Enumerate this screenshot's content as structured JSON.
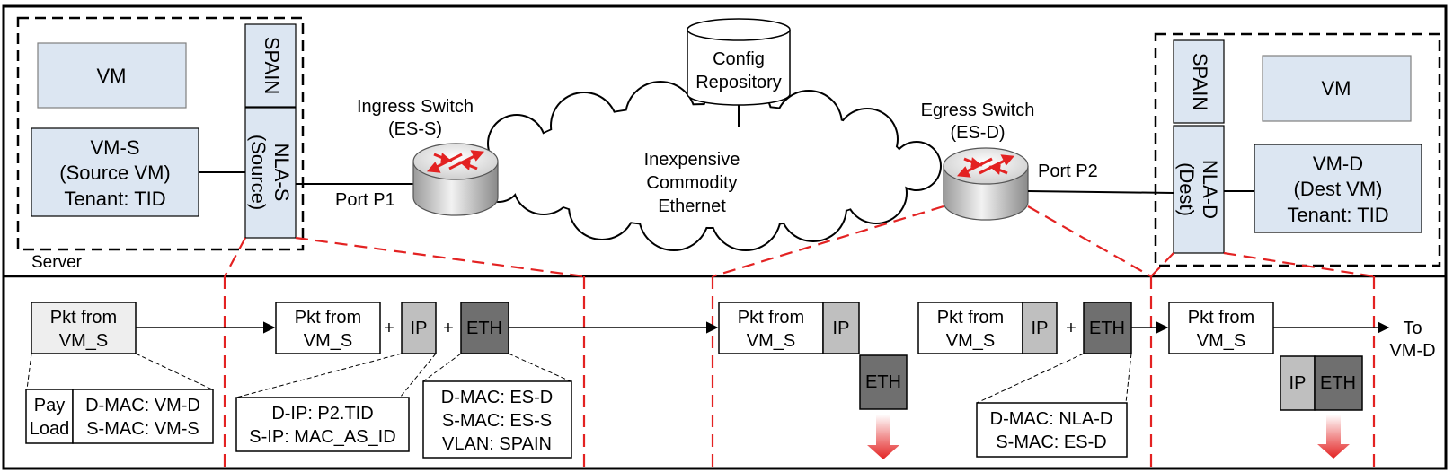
{
  "left_server": {
    "label": "Server",
    "vm": "VM",
    "vm_s": [
      "VM-S",
      "(Source  VM)",
      "Tenant: TID"
    ],
    "spain": "SPAIN",
    "nla": [
      "NLA-S",
      "(Source)"
    ]
  },
  "right_server": {
    "vm": "VM",
    "vm_d": [
      "VM-D",
      "(Dest  VM)",
      "Tenant: TID"
    ],
    "spain": "SPAIN",
    "nla": [
      "NLA-D",
      "(Dest)"
    ]
  },
  "network": {
    "config_repo": [
      "Config",
      "Repository"
    ],
    "ingress": [
      "Ingress Switch",
      "(ES-S)"
    ],
    "egress": [
      "Egress Switch",
      "(ES-D)"
    ],
    "cloud": [
      "Inexpensive",
      "Commodity",
      "Ethernet"
    ],
    "port_p1": "Port P1",
    "port_p2": "Port P2"
  },
  "pipeline": {
    "pkt": [
      "Pkt from",
      "VM_S"
    ],
    "ip": "IP",
    "eth": "ETH",
    "plus": "+",
    "to": [
      "To",
      "VM-D"
    ],
    "stage1": {
      "payload": [
        "Pay",
        "Load"
      ],
      "mac": [
        "D-MAC: VM-D",
        "S-MAC: VM-S"
      ]
    },
    "stage2": {
      "ip_detail": [
        "D-IP: P2.TID",
        "S-IP: MAC_AS_ID"
      ],
      "eth_detail": [
        "D-MAC: ES-D",
        "S-MAC: ES-S",
        "VLAN: SPAIN"
      ]
    },
    "stage4": {
      "eth_detail": [
        "D-MAC: NLA-D",
        "S-MAC: ES-D"
      ]
    }
  },
  "colors": {
    "light_blue": "#dce6f2",
    "gray_light": "#bfbfbf",
    "gray_dark": "#6f6f6f",
    "pkt_gray": "#eeeeee",
    "red": "#e32222"
  }
}
